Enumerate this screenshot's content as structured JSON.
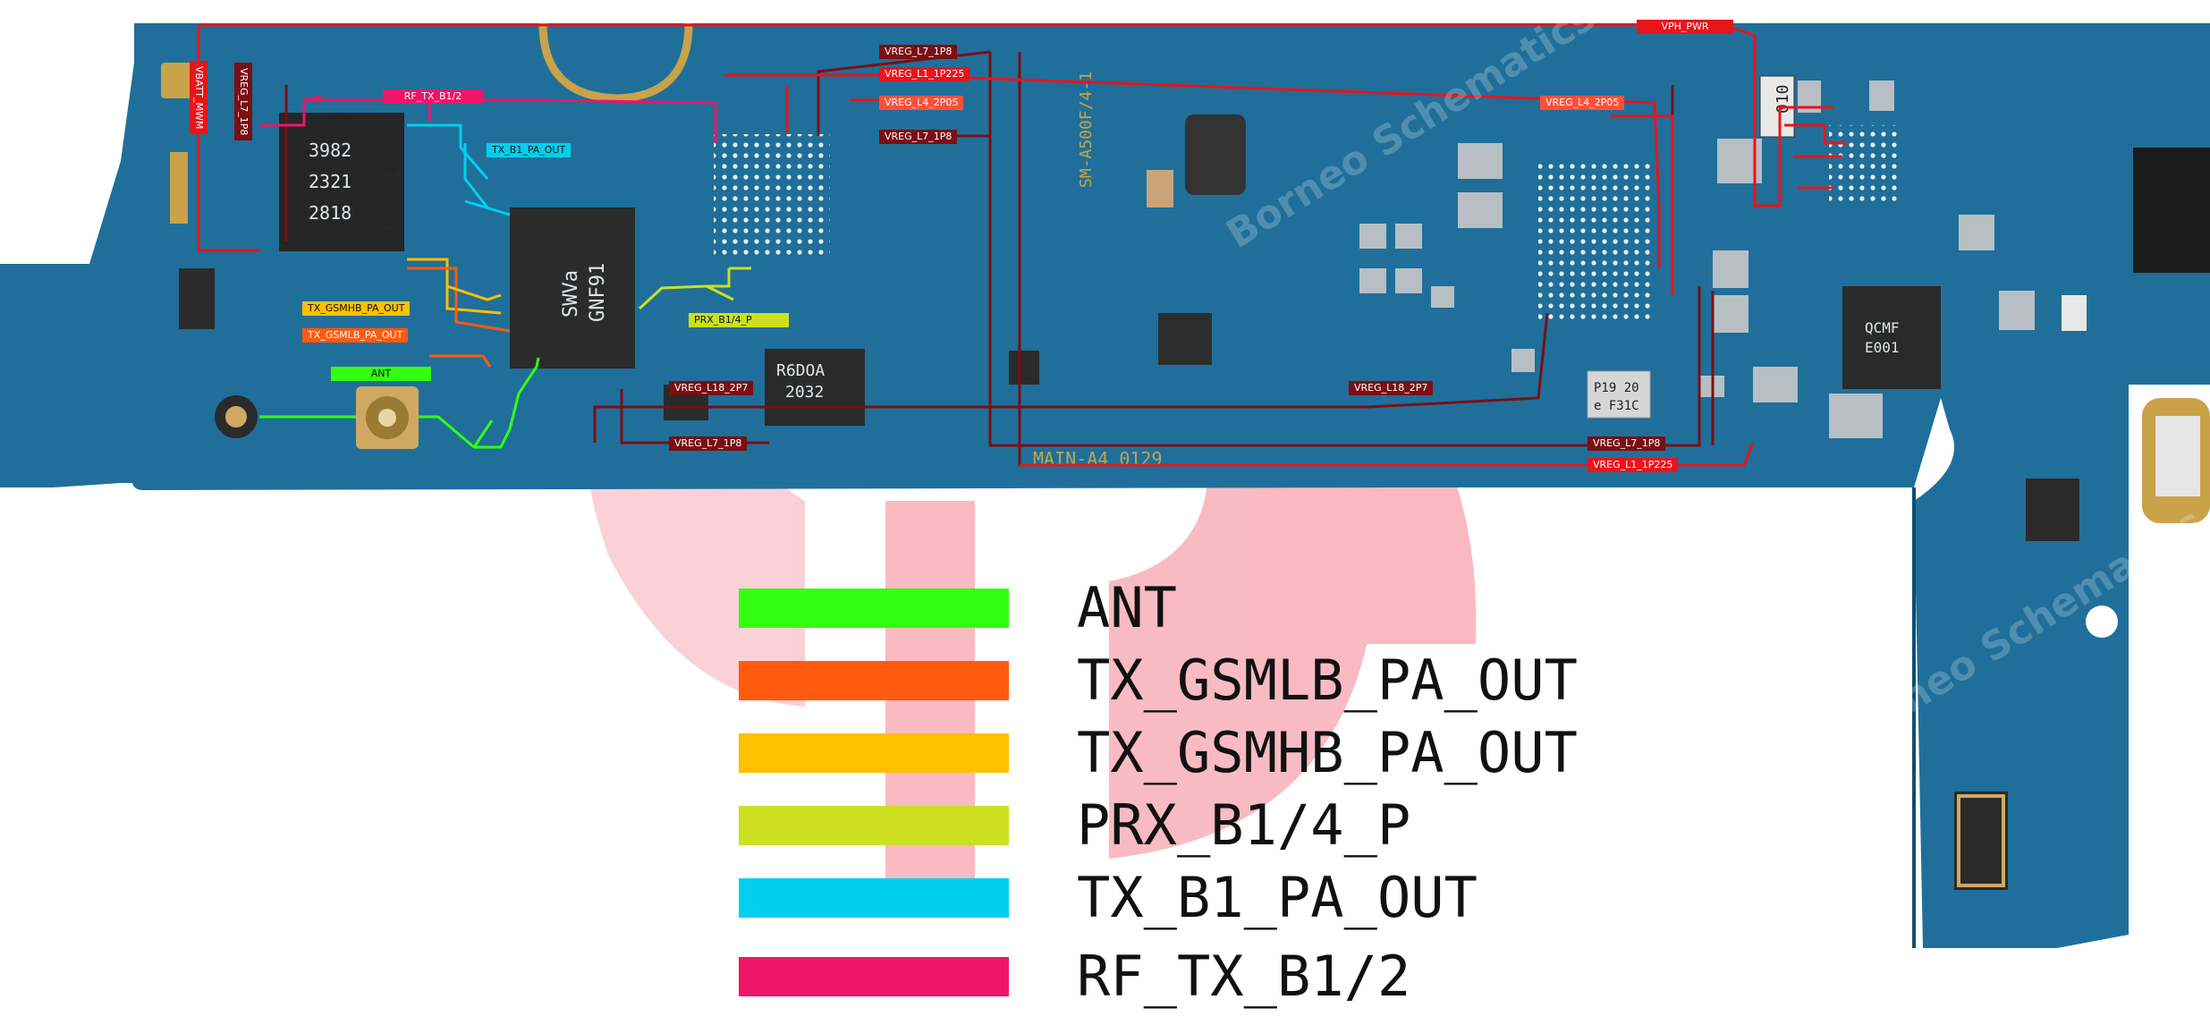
{
  "colors": {
    "ant": "#33ff10",
    "tx_gsmlb": "#ff5a10",
    "tx_gsmhb": "#ffc000",
    "prx_b1_4": "#cce021",
    "tx_b1": "#00d0ee",
    "rf_tx_b1_2": "#ee1569",
    "vreg_dark": "#7a0f14",
    "vreg_red": "#e8151b",
    "board": "#1f6f9a"
  },
  "board_labels": {
    "vph_pwr": "VPH_PWR",
    "vreg_l7_1p8_top": "VREG_L7_1P8",
    "vreg_l1_1p225_top": "VREG_L1_1P225",
    "vreg_l4_2p05_left": "VREG_L4_2P05",
    "vreg_l7_1p8_mid": "VREG_L7_1P8",
    "vreg_l4_2p05_right": "VREG_L4_2P05",
    "vbatt_mwm": "VBATT_MWM",
    "vreg_l7_1p8_vert": "VREG_L7_1P8",
    "rf_tx_b1_2": "RF_TX_B1/2",
    "tx_b1_pa_out": "TX_B1_PA_OUT",
    "tx_gsmhb_pa_out": "TX_GSMHB_PA_OUT",
    "tx_gsmlb_pa_out": "TX_GSMLB_PA_OUT",
    "ant": "ANT",
    "prx_b1_4_p": "PRX_B1/4_P",
    "vreg_l18_2p7_left": "VREG_L18_2P7",
    "vreg_l18_2p7_right": "VREG_L18_2P7",
    "vreg_l7_1p8_bottom_left": "VREG_L7_1P8",
    "vreg_l7_1p8_bottom_right": "VREG_L7_1P8",
    "vreg_l1_1p225_bottom": "VREG_L1_1P225"
  },
  "chip_markings": {
    "pa_chip": [
      "3982",
      "2321",
      "2818"
    ],
    "swva_chip": [
      "SWVa",
      "GNF91"
    ],
    "r6d_chip": [
      "R6DOA",
      "2032"
    ],
    "crystal": [
      "P19 20",
      "e F31C"
    ],
    "qcmf": [
      "QCMF",
      "E001"
    ],
    "ic_010": "010",
    "board_code": "SM-A500F/4-1",
    "board_code_2": "MAIN-A4  0129"
  },
  "legend": [
    {
      "label": "ANT",
      "color_key": "ant"
    },
    {
      "label": "TX_GSMLB_PA_OUT",
      "color_key": "tx_gsmlb"
    },
    {
      "label": "TX_GSMHB_PA_OUT",
      "color_key": "tx_gsmhb"
    },
    {
      "label": "PRX_B1/4_P",
      "color_key": "prx_b1_4"
    },
    {
      "label": "TX_B1_PA_OUT",
      "color_key": "tx_b1"
    },
    {
      "label": "RF_TX_B1/2",
      "color_key": "rf_tx_b1_2"
    }
  ]
}
